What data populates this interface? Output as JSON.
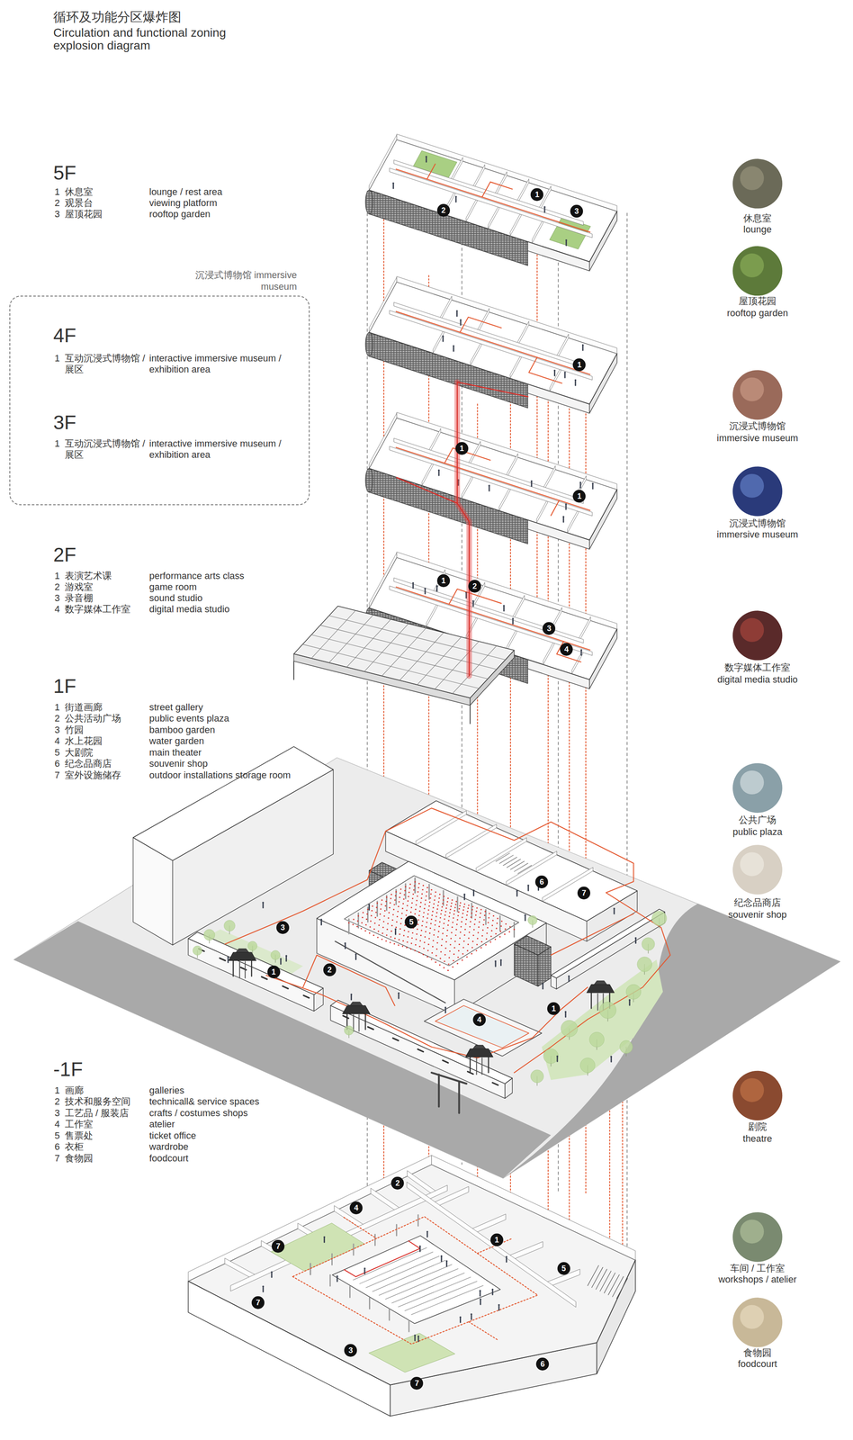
{
  "diagram": {
    "title": "循环及功能分区爆炸图",
    "nodes": [
      {
        "text": [
          "沉浸式博物馆 immersive museum"
        ]
      }
    ],
    "labels": [
      "Circulation and functional zoning explosion diagram",
      "5F",
      "1",
      "休息室",
      "lounge / rest area",
      "2",
      "观景台",
      "viewing platform",
      "3",
      "屋顶花园",
      "rooftop garden",
      "4F",
      "1",
      "互动沉浸式博物馆 / 展区",
      "interactive immersive museum / exhibition area",
      "3F",
      "1",
      "互动沉浸式博物馆 / 展区",
      "interactive immersive museum / exhibition area",
      "2F",
      "1",
      "表演艺术课",
      "performance arts class",
      "2",
      "游戏室",
      "game room",
      "3",
      "录音棚",
      "sound studio",
      "4",
      "数字媒体工作室",
      "digital media studio",
      "1F",
      "1",
      "街道画廊",
      "street gallery",
      "2",
      "公共活动广场",
      "public events plaza",
      "3",
      "竹园",
      "bamboo garden",
      "4",
      "水上花园",
      "water garden",
      "5",
      "大剧院",
      "main theater",
      "6",
      "纪念品商店",
      "souvenir shop",
      "7",
      "室外设施储存",
      "outdoor installations storage room",
      "-1F",
      "1",
      "画廊",
      "galleries",
      "2",
      "技术和服务空间",
      "technicall& service spaces",
      "3",
      "工艺品 / 服装店",
      "crafts / costumes shops",
      "4",
      "工作室",
      "atelier",
      "5",
      "售票处",
      "ticket office",
      "6",
      "衣柜",
      "wardrobe",
      "7",
      "食物园",
      "foodcourt",
      "休息室",
      "lounge",
      "屋顶花园",
      "rooftop garden",
      "沉浸式博物馆",
      "immersive museum",
      "沉浸式博物馆",
      "immersive museum",
      "数字媒体工作室",
      "digital media studio",
      "公共广场",
      "public plaza",
      "纪念品商店",
      "souvenir shop",
      "剧院",
      "theatre",
      "车间 / 工作室",
      "workshops / atelier",
      "食物园",
      "foodcourt",
      "1",
      "2",
      "3",
      "1",
      "1",
      "1",
      "1",
      "2",
      "3",
      "4",
      "3",
      "2",
      "1",
      "5",
      "6",
      "7",
      "4",
      "1",
      "2",
      "4",
      "1",
      "7",
      "5",
      "7",
      "3",
      "6",
      "7"
    ]
  }
}
